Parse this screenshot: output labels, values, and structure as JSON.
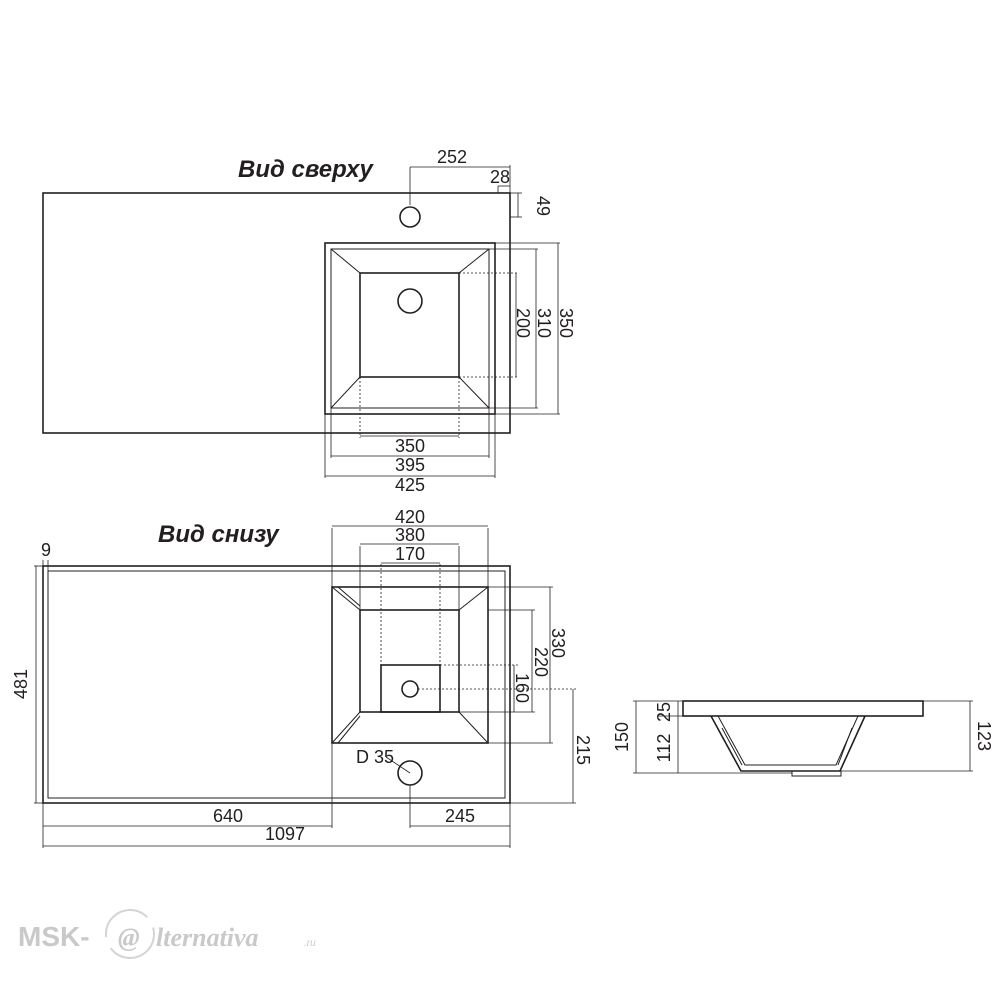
{
  "top_view": {
    "title": "Вид сверху",
    "dims": {
      "d252": "252",
      "d28": "28",
      "d49": "49",
      "d350v": "350",
      "d310": "310",
      "d200": "200",
      "d350h": "350",
      "d395": "395",
      "d425": "425"
    }
  },
  "bottom_view": {
    "title": "Вид снизу",
    "dims": {
      "d9": "9",
      "d481": "481",
      "d420": "420",
      "d380": "380",
      "d170": "170",
      "d330": "330",
      "d220": "220",
      "d160": "160",
      "d215": "215",
      "dD35": "D 35",
      "d640": "640",
      "d245": "245",
      "d1097": "1097"
    }
  },
  "side_view": {
    "dims": {
      "d150": "150",
      "d25": "25",
      "d112": "112",
      "d123": "123"
    }
  },
  "watermark": {
    "part1": "MSK-",
    "part2": "@",
    "part3": "lternativa",
    "part4": ".ru"
  }
}
